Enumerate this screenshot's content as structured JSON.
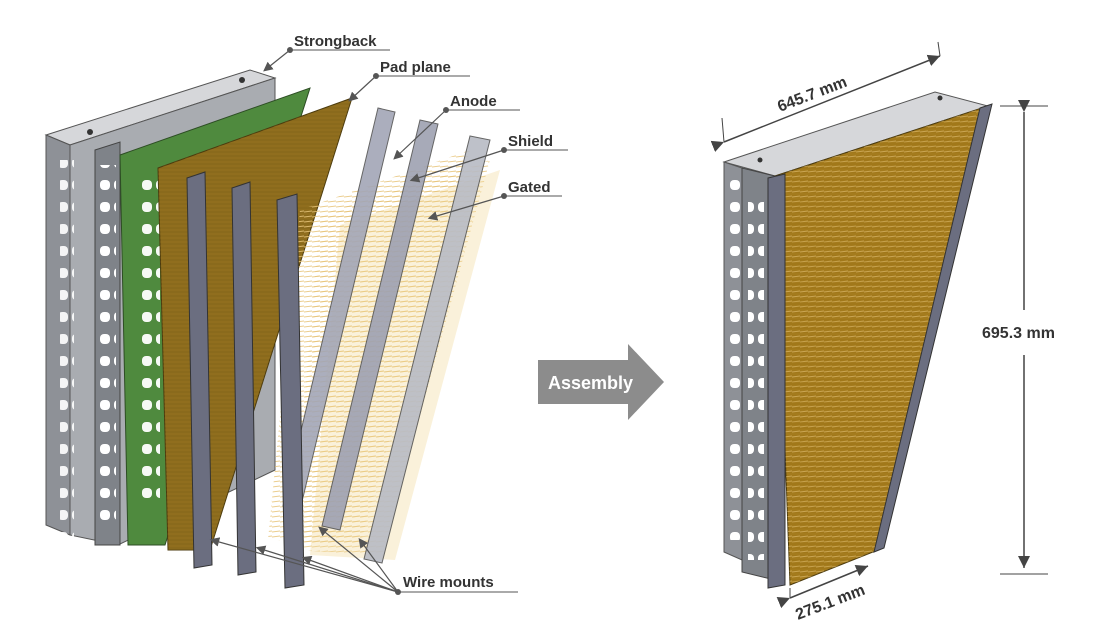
{
  "labels": {
    "strongback": "Strongback",
    "pad_plane": "Pad plane",
    "anode": "Anode",
    "shield": "Shield",
    "gated": "Gated",
    "wire_mounts": "Wire mounts"
  },
  "assembly_arrow": "Assembly",
  "dimensions": {
    "width_top": "645.7 mm",
    "height": "695.3 mm",
    "width_bottom": "275.1 mm"
  },
  "colors": {
    "frame": "#7b7f85",
    "pad_plane": "#4f8a3e",
    "anode_plane": "#8a6a1c",
    "wire": "#e7c47a",
    "mount": "#6b6e80",
    "arrow": "#8c8c8c",
    "leader": "#555555"
  }
}
